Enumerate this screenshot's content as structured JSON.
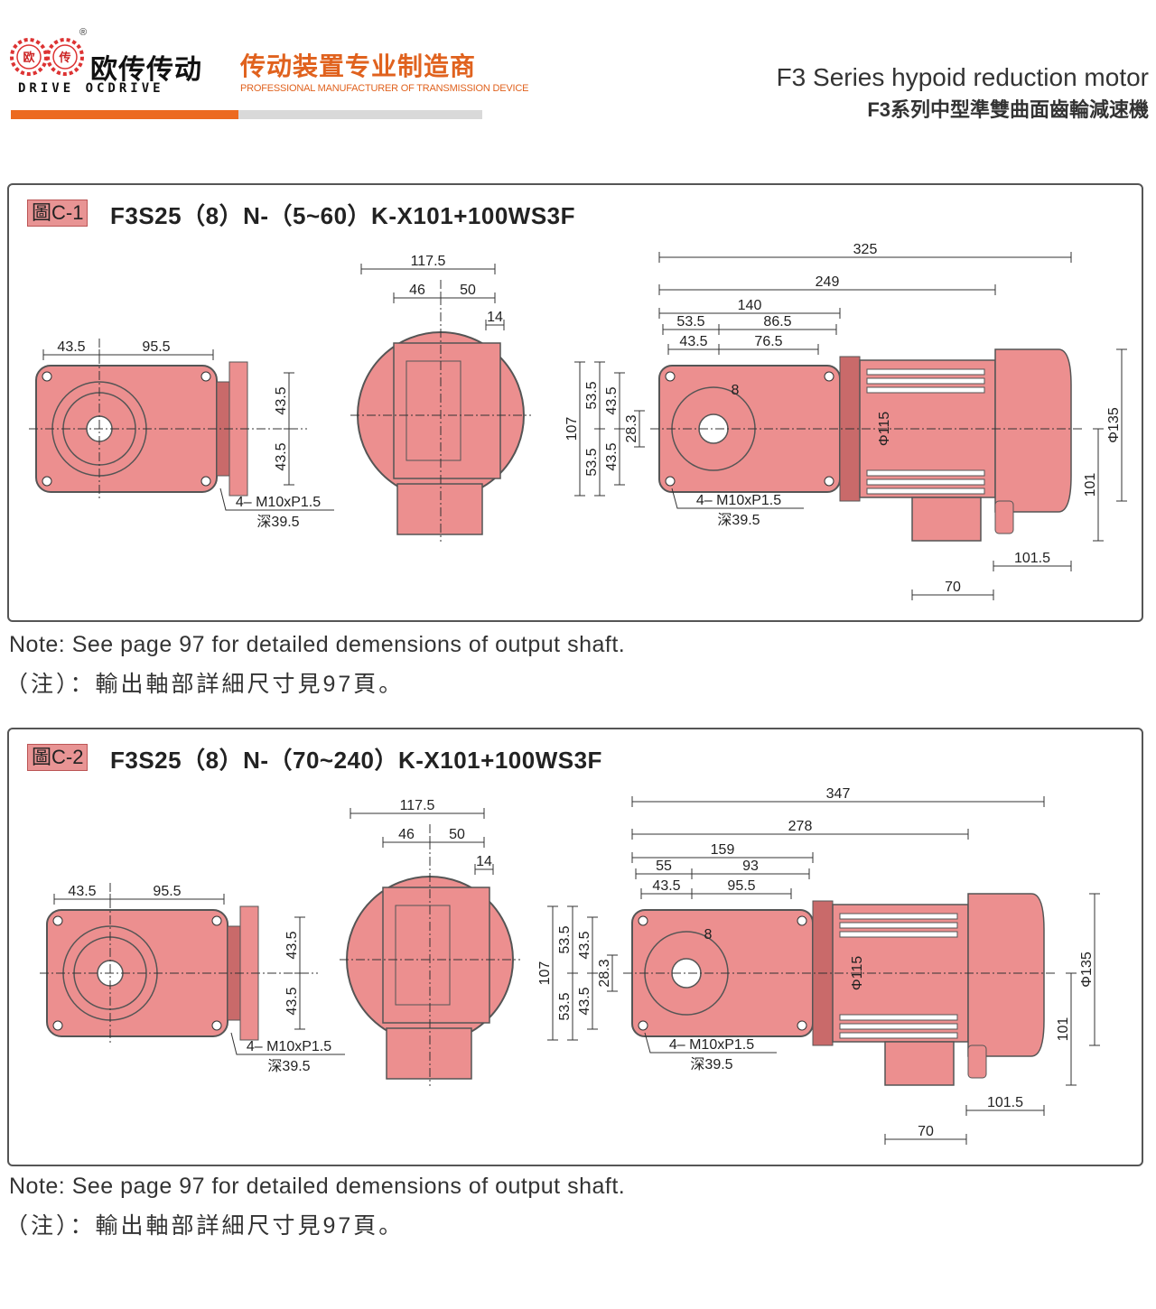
{
  "header": {
    "logo_cn": "欧传传动",
    "logo_en": "DRIVE OCDRIVE",
    "logo_badge_left": "欧",
    "logo_badge_right": "传",
    "reg_mark": "®",
    "slogan_cn": "传动装置专业制造商",
    "slogan_en": "PROFESSIONAL MANUFACTURER OF TRANSMISSION DEVICE",
    "series_en": "F3 Series hypoid reduction motor",
    "series_cn": "F3系列中型準雙曲面齒輪減速機"
  },
  "colors": {
    "accent": "#ec6a20",
    "part_fill": "#ec8f8f",
    "part_dark": "#c96a6a",
    "tag_fill": "#e89494"
  },
  "figures": [
    {
      "tag": "圖C-1",
      "title": "F3S25（8）N-（5~60）K-X101+100WS3F",
      "front": {
        "d1": "43.5",
        "d2": "95.5",
        "h1": "43.5",
        "h2": "43.5",
        "bolt": "4– M10xP1.5",
        "depth": "深39.5"
      },
      "side": {
        "w": "117.5",
        "a": "46",
        "b": "50",
        "c": "14"
      },
      "motor": {
        "total": "325",
        "body": "249",
        "gear": "140",
        "g1": "53.5",
        "g2": "86.5",
        "g3": "43.5",
        "g4": "76.5",
        "h_total": "107",
        "h1": "53.5",
        "h2": "53.5",
        "h3": "43.5",
        "h4": "43.5",
        "h5": "28.3",
        "key": "8",
        "dia_motor": "Φ115",
        "dia_fan": "Φ135",
        "base_h": "101",
        "base_l": "101.5",
        "base_w": "70",
        "bolt": "4– M10xP1.5",
        "depth": "深39.5"
      }
    },
    {
      "tag": "圖C-2",
      "title": "F3S25（8）N-（70~240）K-X101+100WS3F",
      "front": {
        "d1": "43.5",
        "d2": "95.5",
        "h1": "43.5",
        "h2": "43.5",
        "bolt": "4– M10xP1.5",
        "depth": "深39.5"
      },
      "side": {
        "w": "117.5",
        "a": "46",
        "b": "50",
        "c": "14"
      },
      "motor": {
        "total": "347",
        "body": "278",
        "gear": "159",
        "g1": "55",
        "g2": "93",
        "g3": "43.5",
        "g4": "95.5",
        "h_total": "107",
        "h1": "53.5",
        "h2": "53.5",
        "h3": "43.5",
        "h4": "43.5",
        "h5": "28.3",
        "key": "8",
        "dia_motor": "Φ115",
        "dia_fan": "Φ135",
        "base_h": "101",
        "base_l": "101.5",
        "base_w": "70",
        "bolt": "4– M10xP1.5",
        "depth": "深39.5"
      }
    }
  ],
  "notes": [
    {
      "en": "Note: See page 97 for detailed demensions of output shaft.",
      "cn": "（注）：輸出軸部詳細尺寸見97頁。"
    },
    {
      "en": "Note: See page 97 for detailed demensions of output shaft.",
      "cn": "（注）：輸出軸部詳細尺寸見97頁。"
    }
  ]
}
